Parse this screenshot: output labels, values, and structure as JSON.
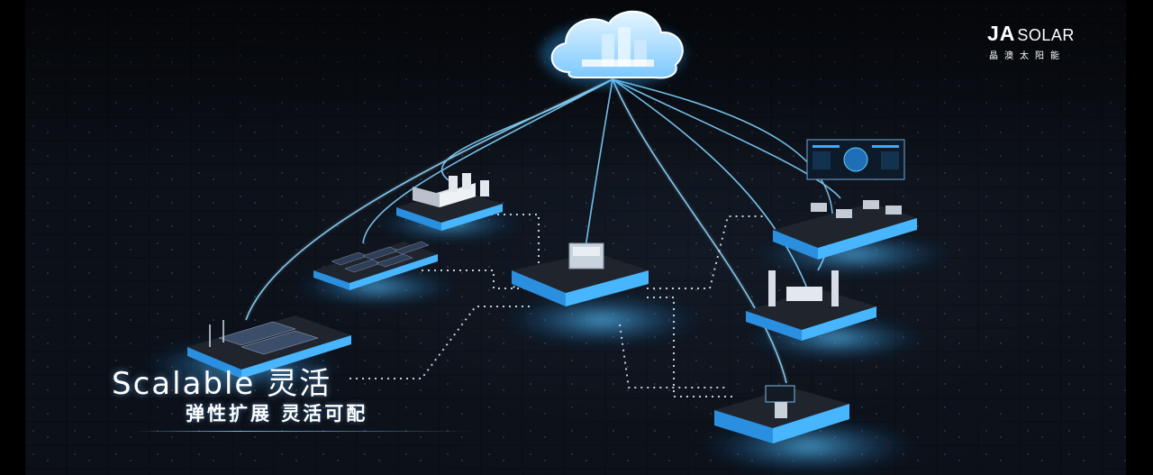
{
  "brand": {
    "ja": "JA",
    "solar": "SOLAR",
    "chinese": "晶澳太阳能"
  },
  "caption": {
    "main": "Scalable 灵活",
    "sub": "弹性扩展 灵活可配"
  },
  "colors": {
    "background": "#05070b",
    "glow_blue": "#2fa8ff",
    "line_cyan": "#7fd2ff",
    "platform_top": "#20242c",
    "text": "#ffffff"
  },
  "icons": [
    "cloud-icon",
    "server-rack-icon",
    "solar-panel-icon",
    "inverter-icon",
    "monitor-screen-icon",
    "globe-icon"
  ]
}
